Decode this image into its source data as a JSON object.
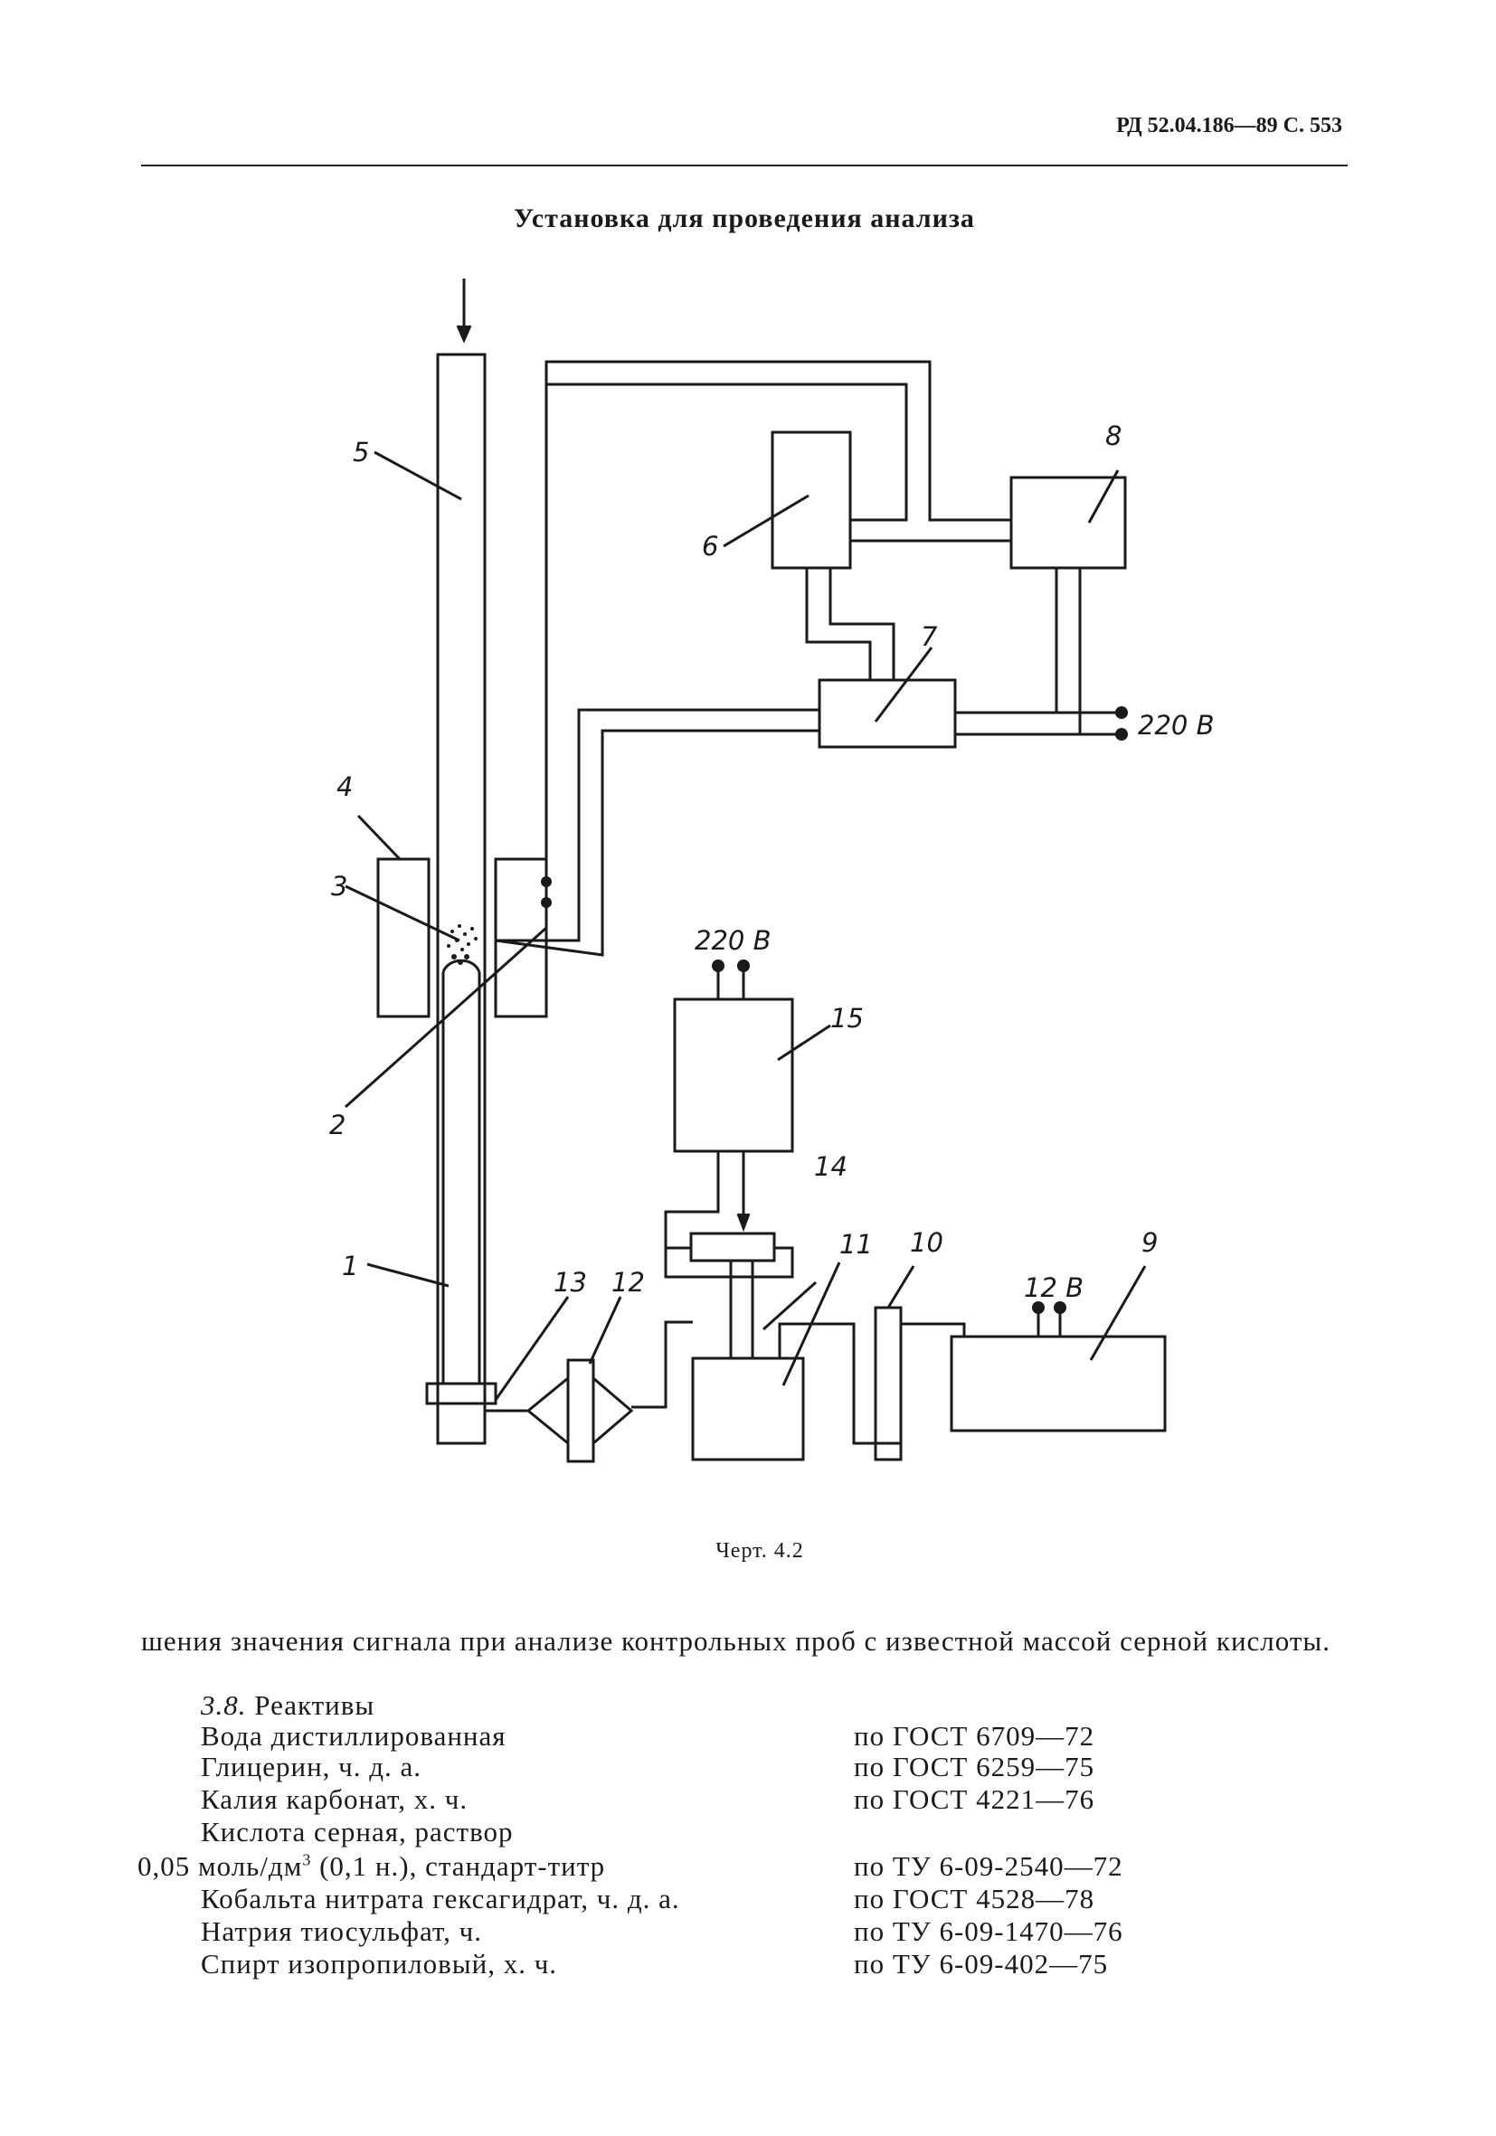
{
  "header": {
    "text": "РД 52.04.186—89 С. 553"
  },
  "figure": {
    "title": "Установка для проведения анализа",
    "caption": "Черт. 4.2",
    "labels": {
      "n1": "1",
      "n2": "2",
      "n3": "3",
      "n4": "4",
      "n5": "5",
      "n6": "6",
      "n7": "7",
      "n8": "8",
      "n9": "9",
      "n10": "10",
      "n11": "11",
      "n12": "12",
      "n13": "13",
      "n14": "14",
      "n15": "15",
      "v220a": "220 В",
      "v220b": "220 В",
      "v12": "12 В"
    }
  },
  "text": {
    "paragraph": "шения значения сигнала при анализе контрольных проб с известной массой серной кислоты.",
    "section_number": "3.8.",
    "section_title": "Реактивы",
    "reagents": [
      {
        "name": "Вода дистиллированная",
        "standard": "по ГОСТ 6709—72"
      },
      {
        "name": "Глицерин, ч. д. а.",
        "standard": "по ГОСТ 6259—75"
      },
      {
        "name": "Калия карбонат, х. ч.",
        "standard": "по ГОСТ 4221—76"
      },
      {
        "name": "Кислота серная, раствор",
        "standard": ""
      },
      {
        "name_prefix": "0,05 моль/дм",
        "name_sup": "3",
        "name_suffix": " (0,1 н.), стандарт-титр",
        "standard": "по ТУ 6-09-2540—72"
      },
      {
        "name": "Кобальта нитрата гексагидрат, ч. д. а.",
        "standard": "по ГОСТ 4528—78"
      },
      {
        "name": "Натрия тиосульфат, ч.",
        "standard": "по ТУ 6-09-1470—76"
      },
      {
        "name": "Спирт изопропиловый, х. ч.",
        "standard": "по ТУ 6-09-402—75"
      }
    ]
  }
}
